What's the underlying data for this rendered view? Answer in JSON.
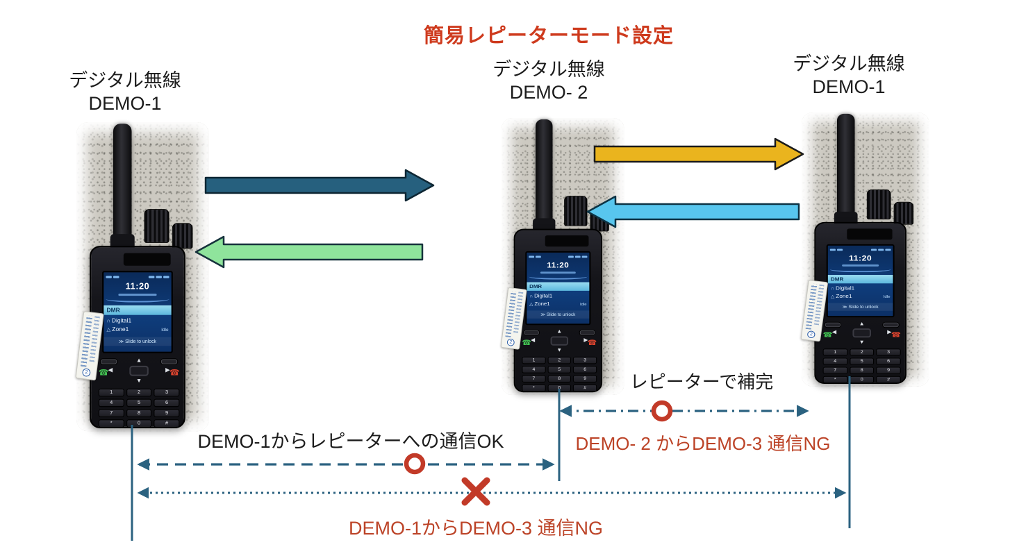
{
  "title": {
    "text": "簡易レピーターモード設定",
    "color": "#ce3a1d"
  },
  "radios": [
    {
      "name": "left",
      "label_line1": "デジタル無線",
      "label_line2": "DEMO-1"
    },
    {
      "name": "center",
      "label_line1": "デジタル無線",
      "label_line2": "DEMO- 2"
    },
    {
      "name": "right",
      "label_line1": "デジタル無線",
      "label_line2": "DEMO-1"
    }
  ],
  "radio_screen": {
    "time": "11:20",
    "dmr_bar": "DMR",
    "channel": "Digital1",
    "zone": "Zone1",
    "status_right": "Idle",
    "unlock_icon": "≫",
    "unlock": "Slide to unlock",
    "channel_icon": "∩",
    "zone_icon": "△",
    "sticker_mark": "2",
    "nav_up": "▲",
    "nav_down": "▼",
    "nav_left": "◀",
    "nav_right": "▶",
    "call_icon": "☎",
    "end_icon": "☎",
    "keys": [
      "1",
      "2",
      "3",
      "4",
      "5",
      "6",
      "7",
      "8",
      "9",
      "*",
      "0",
      "#"
    ]
  },
  "annotations": {
    "repeater_note": {
      "text": "レピーターで補完",
      "color": "#1c1c1c"
    },
    "demo2_to_demo3": {
      "text": "DEMO- 2 からDEMO-3 通信NG",
      "color": "#bc4327"
    },
    "demo1_to_repeater": {
      "text": "DEMO-1からレピーターへの通信OK",
      "color": "#1c1c1c"
    },
    "demo1_to_demo3": {
      "text": "DEMO-1からDEMO-3 通信NG",
      "color": "#bc4327"
    }
  },
  "colors": {
    "arrow_dark_teal": "#26607e",
    "arrow_green": "#8fe49c",
    "arrow_yellow": "#eab41e",
    "arrow_light_blue": "#58c6ee",
    "connector_teal": "#2b6280",
    "ng_red": "#c23a28"
  }
}
